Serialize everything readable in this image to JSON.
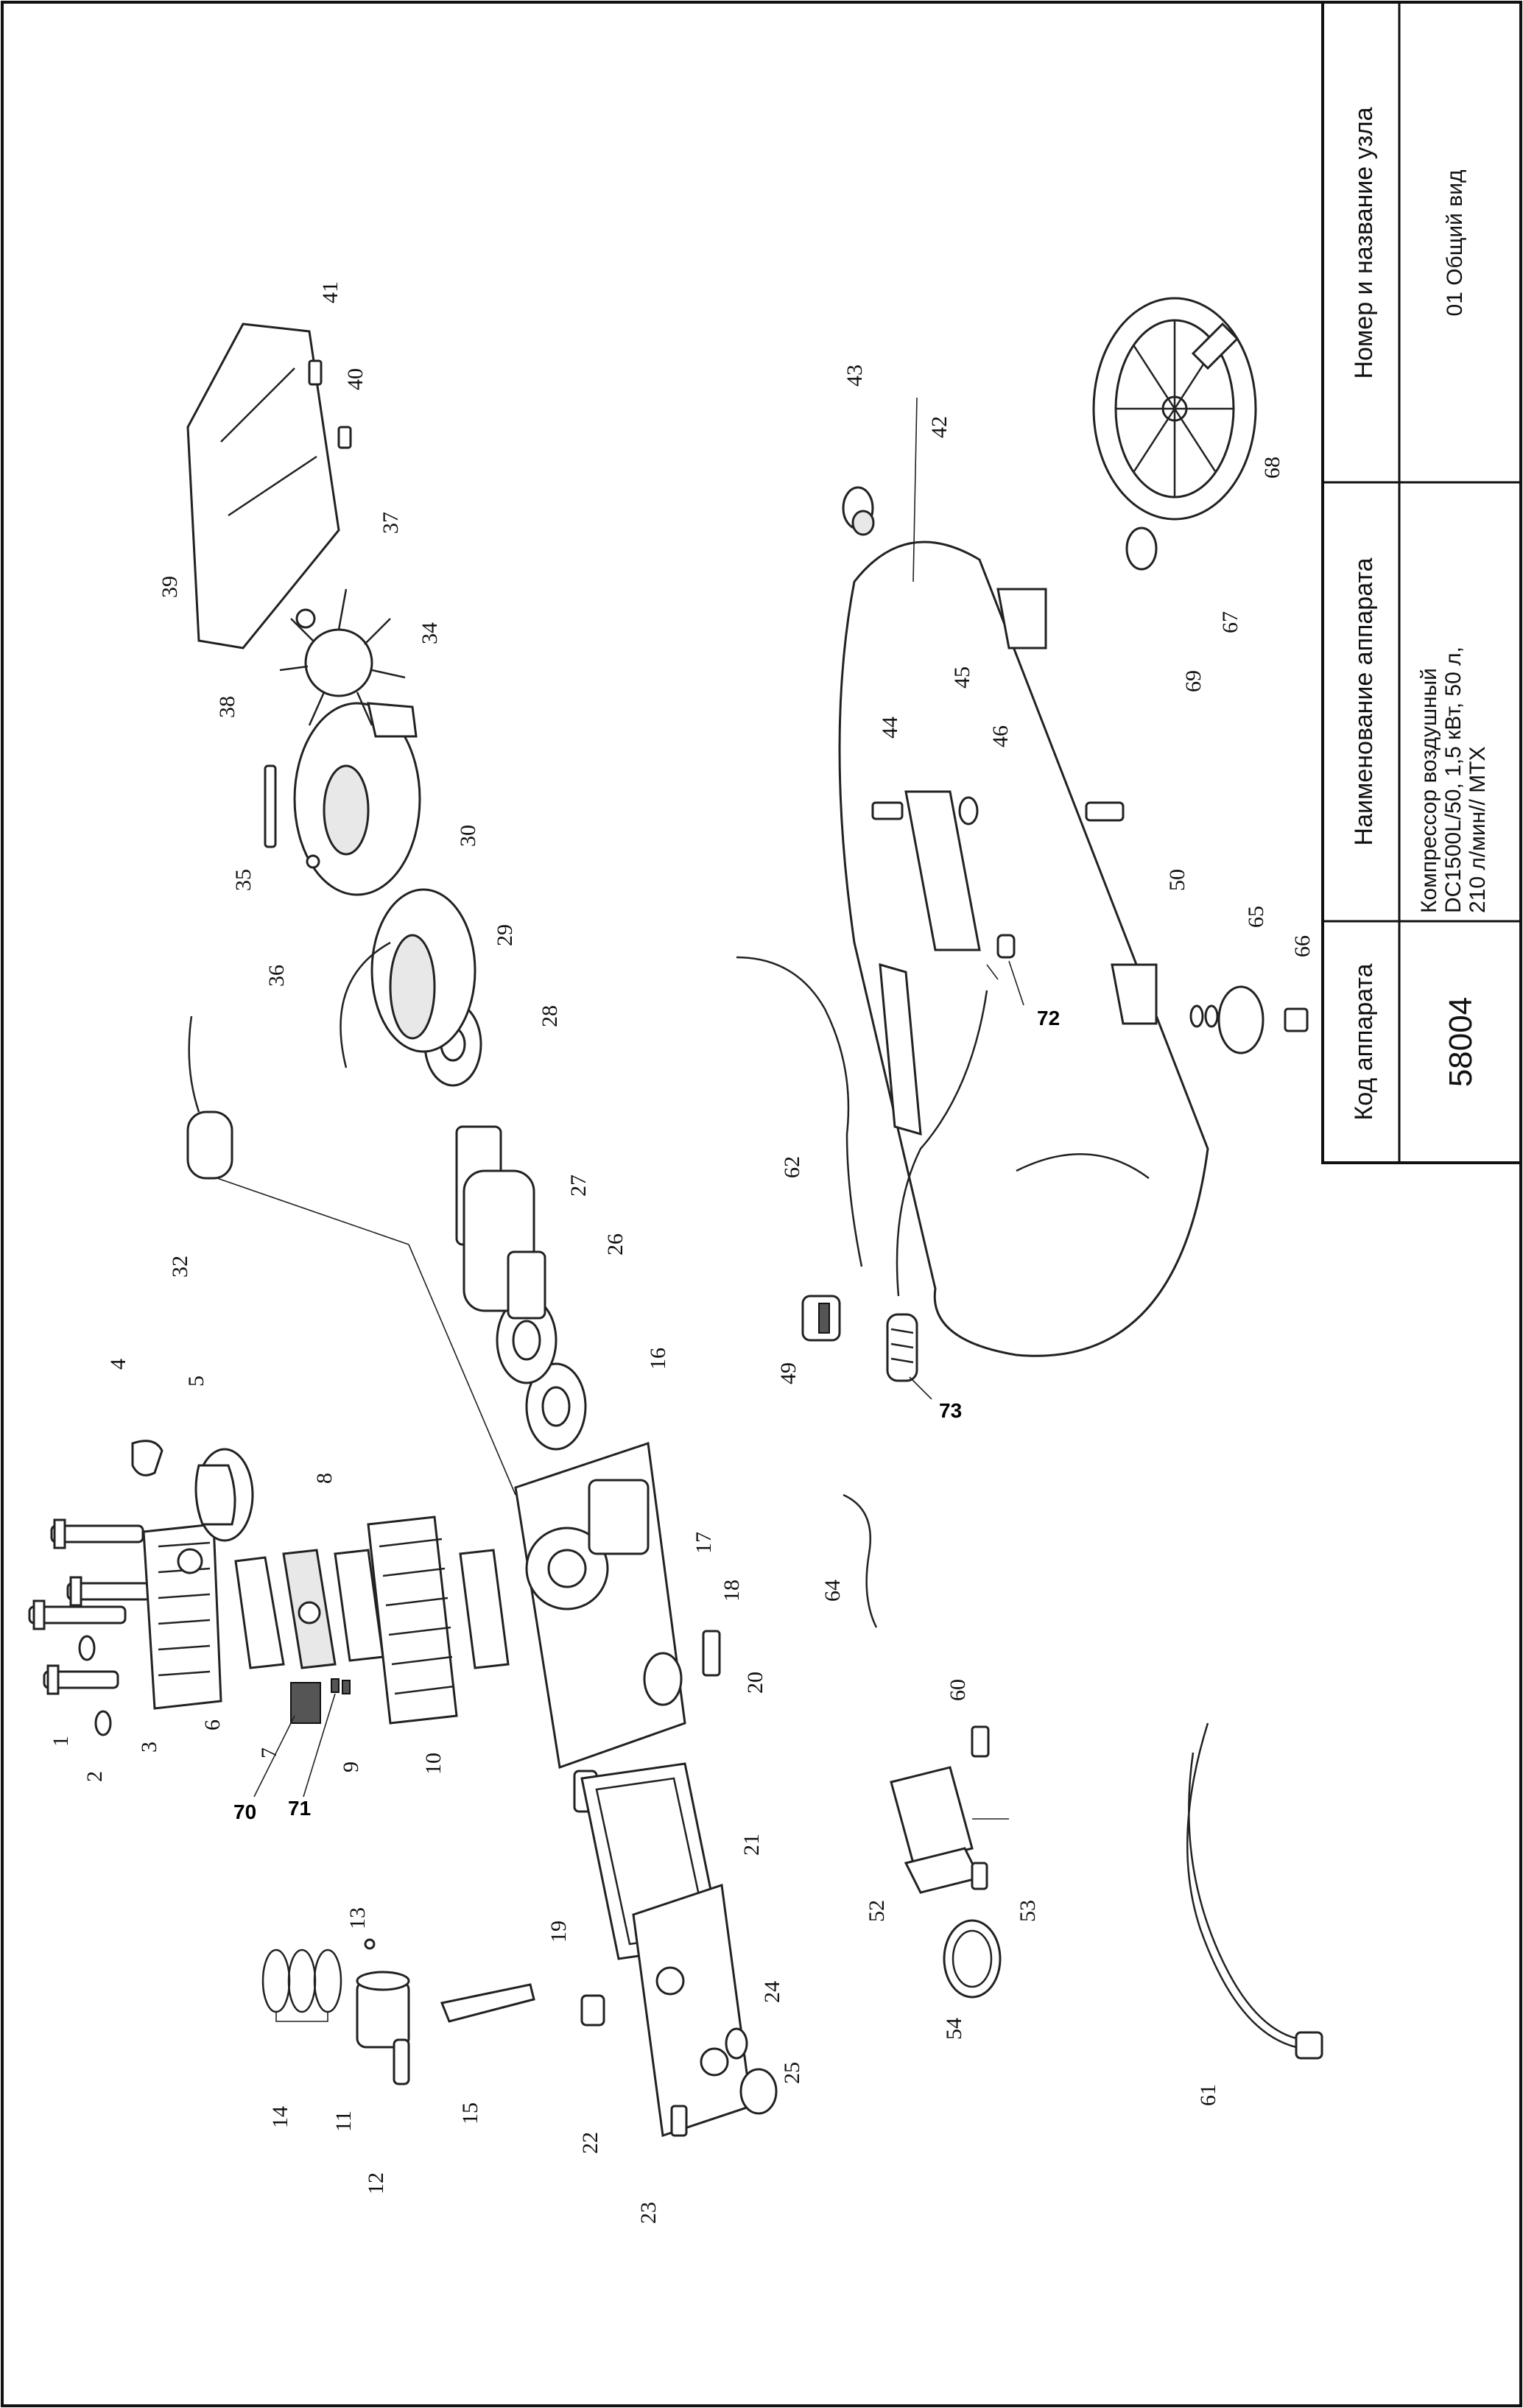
{
  "title_block": {
    "code_header": "Код аппарата",
    "code_value": "58004",
    "name_header": "Наименование аппарата",
    "name_lines": [
      "Компрессор воздушный",
      "DC1500L/50,  1,5 кВт, 50 л,",
      "210 л/мин// MTX"
    ],
    "node_header": "Номер и название узла",
    "node_value": "01 Общий вид"
  },
  "callouts": {
    "c1": "1",
    "c2": "2",
    "c3": "3",
    "c4": "4",
    "c5": "5",
    "c6": "6",
    "c7": "7",
    "c8": "8",
    "c9": "9",
    "c10": "10",
    "c11": "11",
    "c12": "12",
    "c13": "13",
    "c14": "14",
    "c15": "15",
    "c16": "16",
    "c17": "17",
    "c18": "18",
    "c19": "19",
    "c20": "20",
    "c21": "21",
    "c22": "22",
    "c23": "23",
    "c24": "24",
    "c25": "25",
    "c26": "26",
    "c27": "27",
    "c28": "28",
    "c29": "29",
    "c30": "30",
    "c32": "32",
    "c34": "34",
    "c35": "35",
    "c36": "36",
    "c37": "37",
    "c38": "38",
    "c39": "39",
    "c40": "40",
    "c41": "41",
    "c42": "42",
    "c43": "43",
    "c44": "44",
    "c45": "45",
    "c46": "46",
    "c49": "49",
    "c50": "50",
    "c52": "52",
    "c53": "53",
    "c54": "54",
    "c60": "60",
    "c61": "61",
    "c62": "62",
    "c64": "64",
    "c65": "65",
    "c66": "66",
    "c67": "67",
    "c68": "68",
    "c69": "69",
    "c70": "70",
    "c71": "71",
    "c72": "72",
    "c73": "73"
  }
}
